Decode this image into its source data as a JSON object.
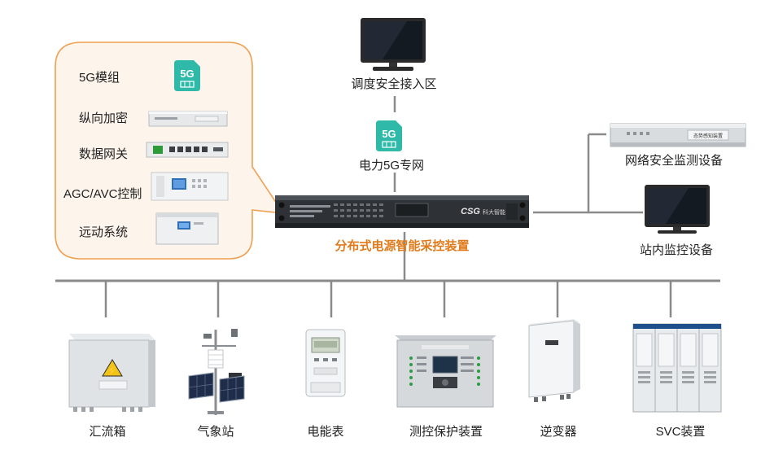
{
  "colors": {
    "callout_border": "#f0a050",
    "callout_fill": "#fdf4ec",
    "connector": "#8a8a8a",
    "sim_card": "#2fb9a8",
    "title": "#e07b1c"
  },
  "callout": {
    "items": [
      {
        "label": "5G模组",
        "icon": "sim-card-icon"
      },
      {
        "label": "纵向加密",
        "icon": "rack-device-icon"
      },
      {
        "label": "数据网关",
        "icon": "gateway-device-icon"
      },
      {
        "label": "AGC/AVC控制",
        "icon": "controller-device-icon"
      },
      {
        "label": "远动系统",
        "icon": "rtu-device-icon"
      }
    ]
  },
  "top": {
    "dispatch_label": "调度安全接入区",
    "network_label": "电力5G专网",
    "sim_text": "5G"
  },
  "main_device": {
    "label": "分布式电源智能采控装置",
    "brand": "CSG",
    "brand_sub": "科大智能"
  },
  "right": {
    "security_label": "网络安全监测设备",
    "security_face": "态势感知装置",
    "station_label": "站内监控设备"
  },
  "bottom": {
    "items": [
      {
        "label": "汇流箱"
      },
      {
        "label": "气象站"
      },
      {
        "label": "电能表"
      },
      {
        "label": "测控保护装置"
      },
      {
        "label": "逆变器"
      },
      {
        "label": "SVC装置"
      }
    ]
  }
}
